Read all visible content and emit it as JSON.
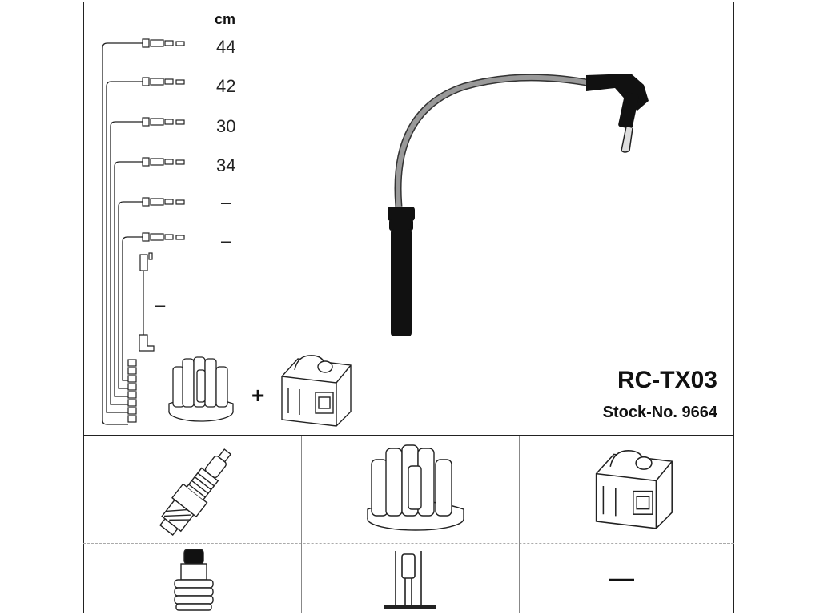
{
  "product": {
    "code": "RC-TX03",
    "stock_label": "Stock-No. 9664"
  },
  "lengths": {
    "unit": "cm",
    "values": [
      "44",
      "42",
      "30",
      "34",
      "–",
      "–"
    ],
    "coil_wire": "–"
  },
  "plus_sign": "+",
  "bottom_row": {
    "no_item_mark": "—"
  }
}
